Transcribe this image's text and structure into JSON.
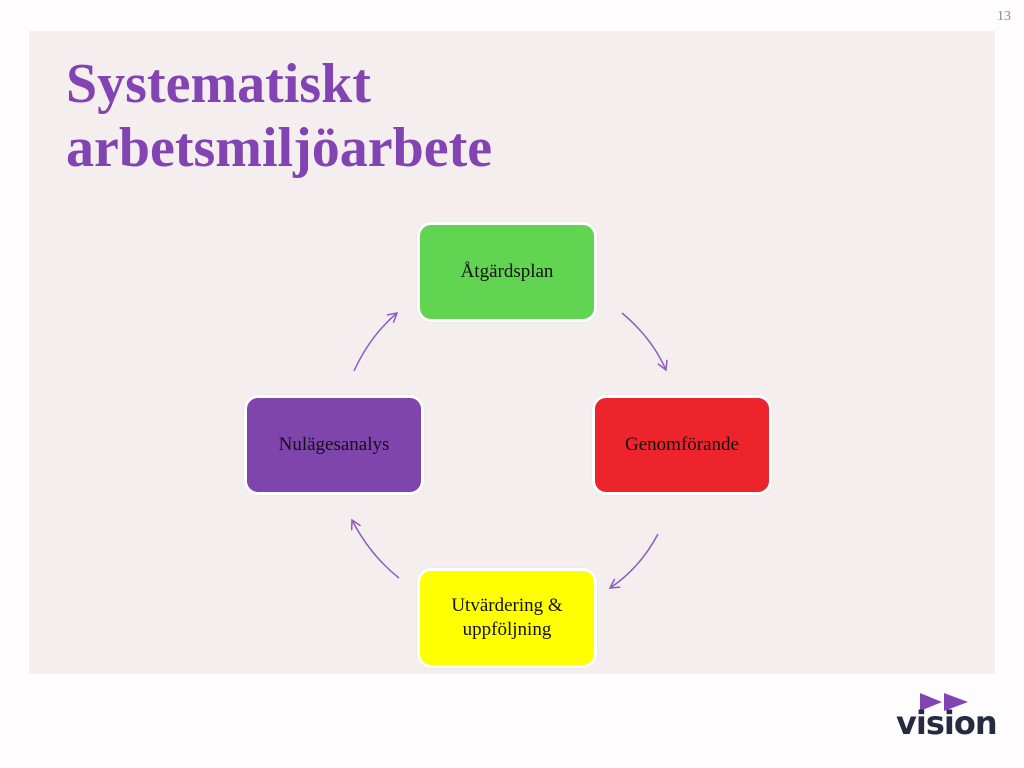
{
  "slide": {
    "page_number": "13",
    "title": "Systematiskt\narbetsmiljöarbete"
  },
  "cycle": {
    "nodes": [
      {
        "label": "Åtgärdsplan",
        "color": "#61d451"
      },
      {
        "label": "Genomförande",
        "color": "#ee242d"
      },
      {
        "label": "Utvärdering &\nuppföljning",
        "color": "#ffff00"
      },
      {
        "label": "Nulägesanalys",
        "color": "#8044ad"
      }
    ],
    "arrow_color": "#8e5cc0"
  },
  "logo": {
    "text": "vision",
    "colors": {
      "arrows": "#8344b3",
      "text": "#262b3f"
    }
  }
}
